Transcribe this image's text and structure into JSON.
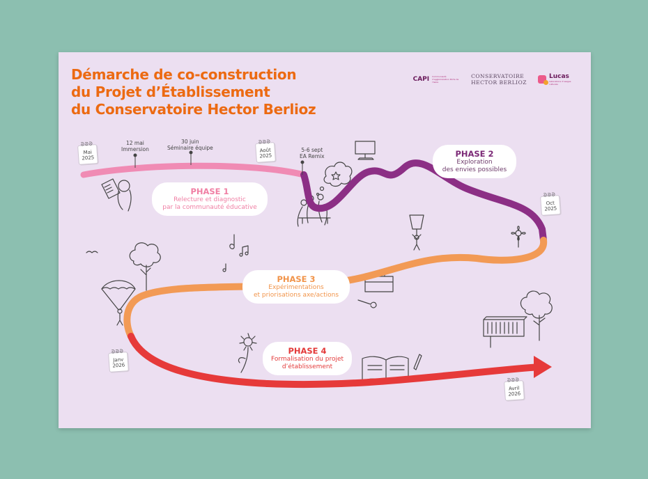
{
  "title_lines": [
    "Démarche de co-construction",
    "du Projet d’Établissement",
    "du Conservatoire Hector Berlioz"
  ],
  "logos": {
    "capi": "CAPI",
    "capi_sub": "Communauté d'agglomération Porte de l'Isère",
    "conservatoire_line1": "CONSERVATOIRE",
    "conservatoire_line2": "HECTOR BERLIOZ",
    "lucas": "Lucas",
    "lucas_sub": "Laboratoire d'usages culturels"
  },
  "phases": [
    {
      "title": "PHASE 1",
      "desc_lines": [
        "Relecture et diagnostic",
        "par la communauté éducative"
      ],
      "color": "#f07fa4"
    },
    {
      "title": "PHASE 2",
      "desc_lines": [
        "Exploration",
        "des envies possibles"
      ],
      "color": "#7c2a77"
    },
    {
      "title": "PHASE 3",
      "desc_lines": [
        "Expérimentations",
        "et priorisations axe/actions"
      ],
      "color": "#f1944a"
    },
    {
      "title": "PHASE 4",
      "desc_lines": [
        "Formalisation du projet",
        "d’établissement"
      ],
      "color": "#e33a3a"
    }
  ],
  "calendars": [
    {
      "month": "Mai",
      "year": "2025"
    },
    {
      "month": "Août",
      "year": "2025"
    },
    {
      "month": "Oct",
      "year": "2025"
    },
    {
      "month": "Janv",
      "year": "2026"
    },
    {
      "month": "Avril",
      "year": "2026"
    }
  ],
  "events": [
    {
      "date": "12 mai",
      "label": "Immersion"
    },
    {
      "date": "30 juin",
      "label": "Séminaire équipe"
    },
    {
      "date": "5-6 sept",
      "label": "EA Remix"
    }
  ],
  "calendar_rings": "ᘐᘐᘐ"
}
